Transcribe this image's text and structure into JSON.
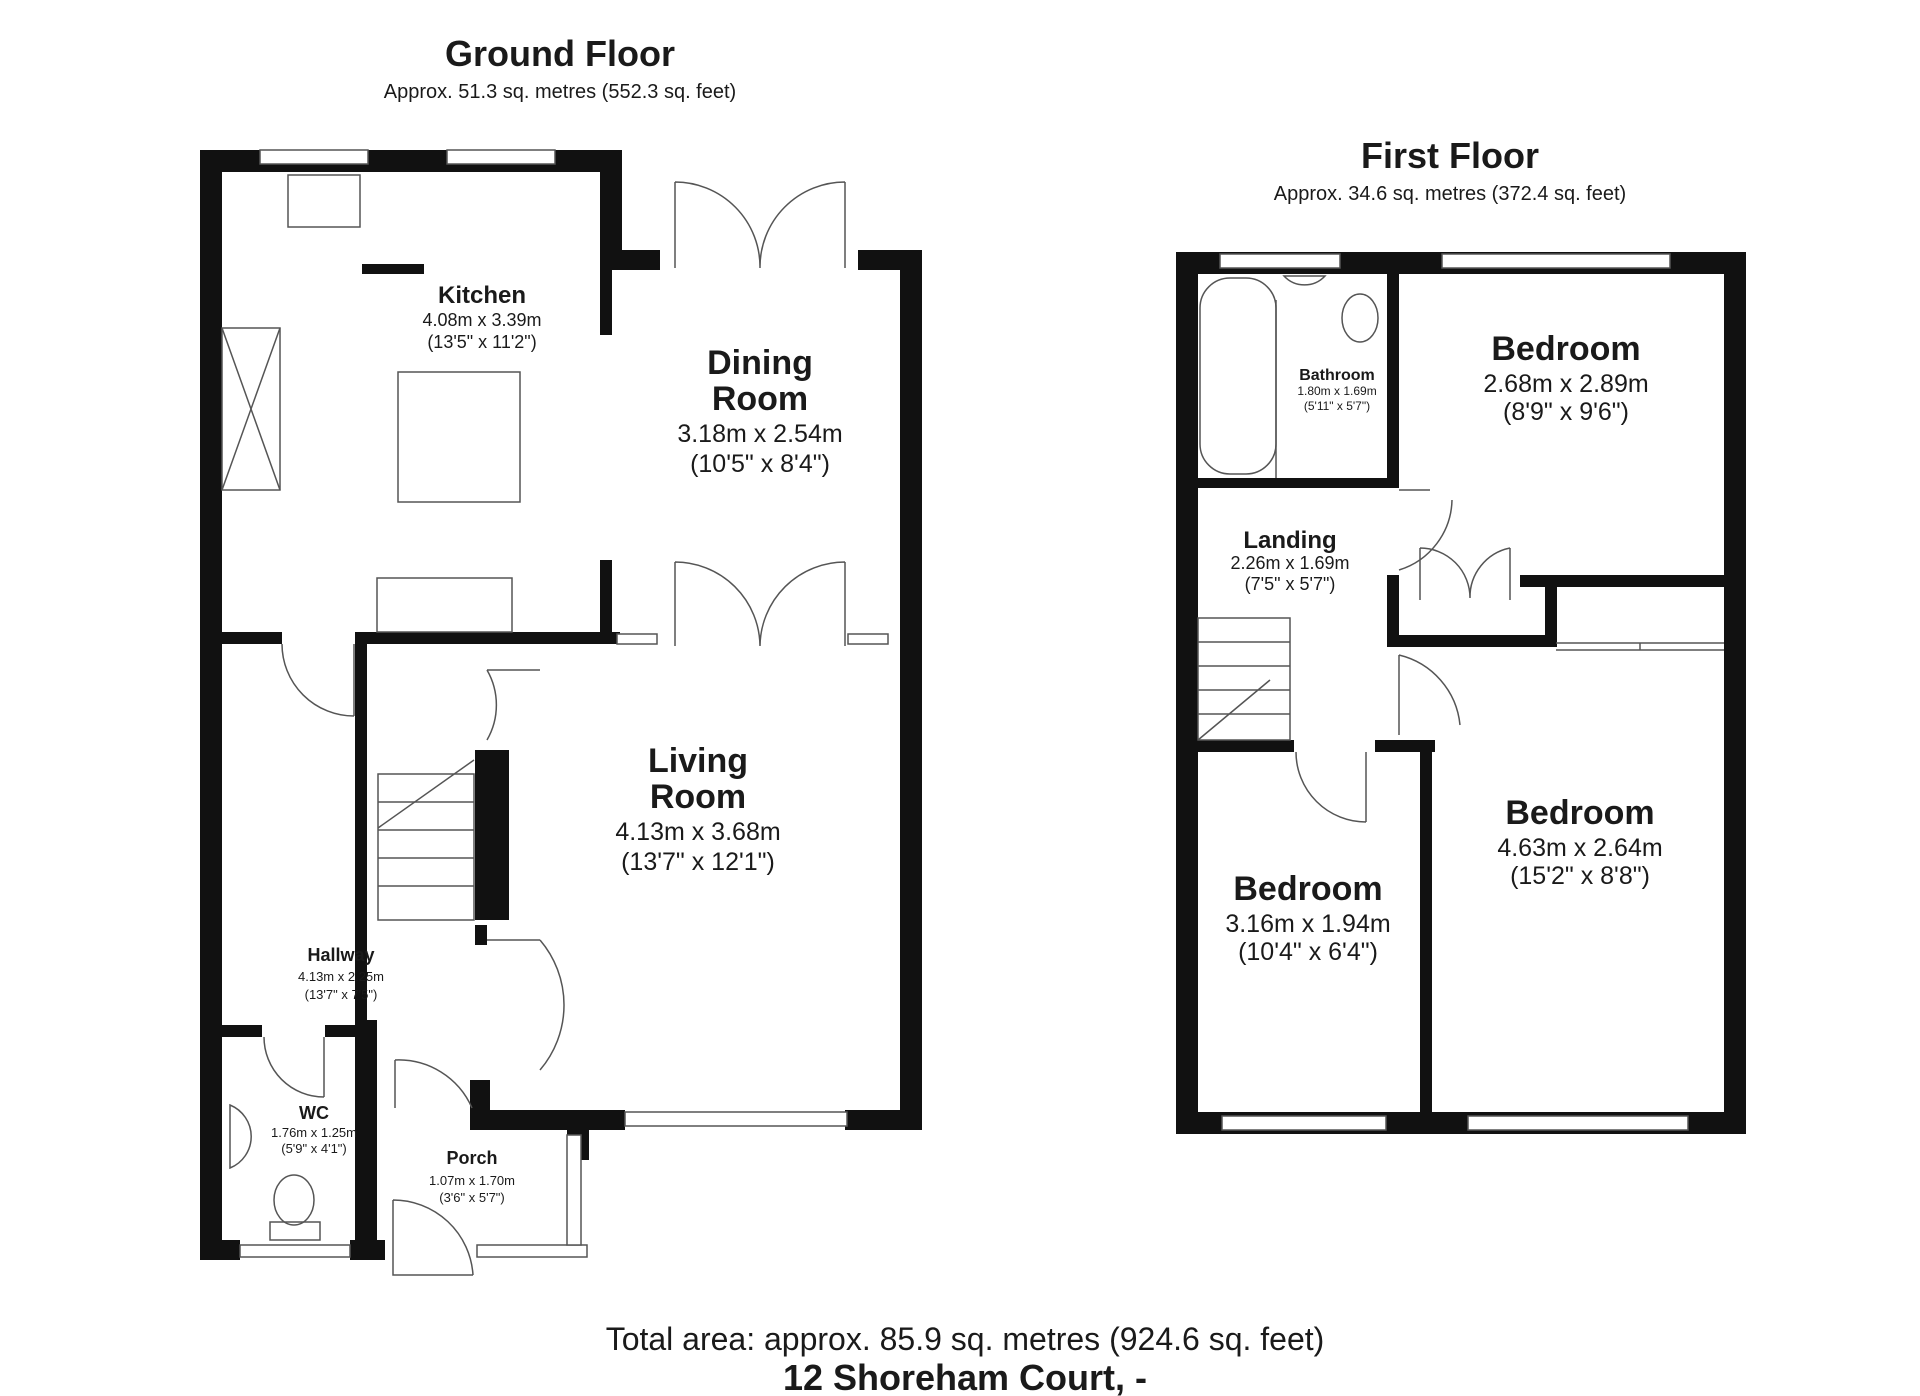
{
  "ground_floor": {
    "title": "Ground Floor",
    "area": "Approx. 51.3 sq. metres (552.3 sq. feet)",
    "rooms": {
      "kitchen": {
        "name": "Kitchen",
        "metric": "4.08m x 3.39m",
        "imperial": "(13'5\" x 11'2\")"
      },
      "dining": {
        "name_line1": "Dining",
        "name_line2": "Room",
        "metric": "3.18m x 2.54m",
        "imperial": "(10'5\" x 8'4\")"
      },
      "living": {
        "name_line1": "Living",
        "name_line2": "Room",
        "metric": "4.13m x 3.68m",
        "imperial": "(13'7\" x 12'1\")"
      },
      "hallway": {
        "name": "Hallway",
        "metric": "4.13m x 2.25m",
        "imperial": "(13'7\" x 7'5\")"
      },
      "wc": {
        "name": "WC",
        "metric": "1.76m x 1.25m",
        "imperial": "(5'9\" x 4'1\")"
      },
      "porch": {
        "name": "Porch",
        "metric": "1.07m x 1.70m",
        "imperial": "(3'6\" x 5'7\")"
      }
    }
  },
  "first_floor": {
    "title": "First Floor",
    "area": "Approx. 34.6 sq. metres (372.4 sq. feet)",
    "rooms": {
      "bathroom": {
        "name": "Bathroom",
        "metric": "1.80m x 1.69m",
        "imperial": "(5'11\" x 5'7\")"
      },
      "bedroom1": {
        "name": "Bedroom",
        "metric": "2.68m x 2.89m",
        "imperial": "(8'9\" x 9'6\")"
      },
      "landing": {
        "name": "Landing",
        "metric": "2.26m x 1.69m",
        "imperial": "(7'5\" x 5'7\")"
      },
      "bedroom2": {
        "name": "Bedroom",
        "metric": "4.63m x 2.64m",
        "imperial": "(15'2\" x 8'8\")"
      },
      "bedroom3": {
        "name": "Bedroom",
        "metric": "3.16m x 1.94m",
        "imperial": "(10'4\" x 6'4\")"
      }
    }
  },
  "footer": {
    "total_area": "Total area: approx. 85.9 sq. metres (924.6 sq. feet)",
    "address": "12 Shoreham Court, -"
  }
}
